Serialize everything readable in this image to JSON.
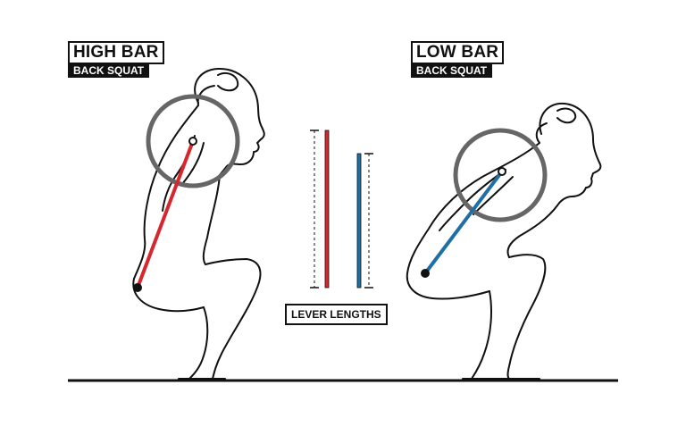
{
  "left_label": {
    "title": "HIGH BAR",
    "subtitle": "BACK SQUAT"
  },
  "right_label": {
    "title": "LOW BAR",
    "subtitle": "BACK SQUAT"
  },
  "lever_label": "LEVER LENGTHS",
  "colors": {
    "high_bar_lever": "#d8262f",
    "low_bar_lever": "#1f6fa5",
    "outline": "#111111",
    "circle": "#666666"
  }
}
